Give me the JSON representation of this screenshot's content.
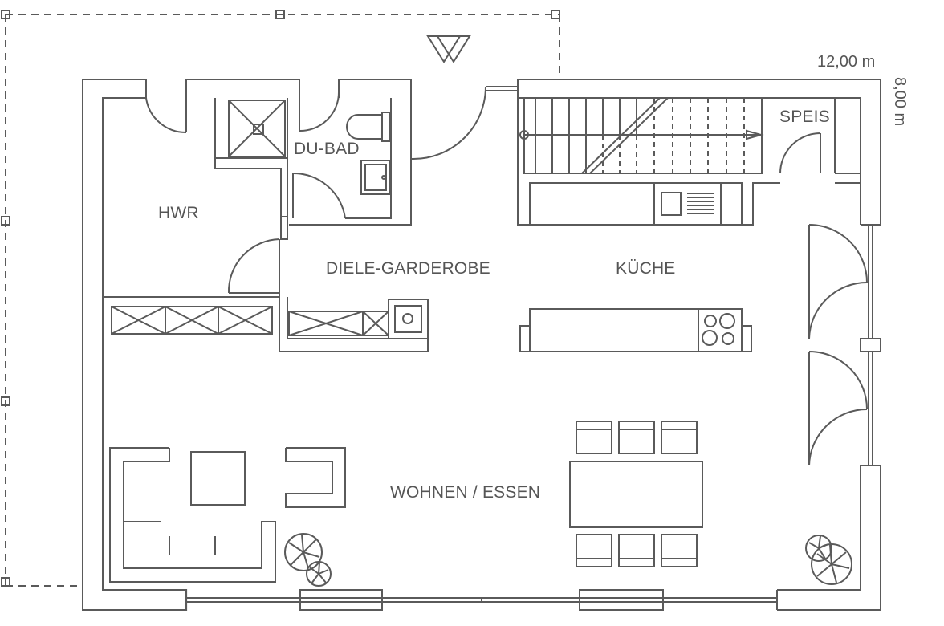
{
  "colors": {
    "line": "#5a5a5a",
    "text": "#555555",
    "background": "#ffffff"
  },
  "rooms": {
    "hwr": "HWR",
    "du_bad": "DU-BAD",
    "diele_garderobe": "DIELE-GARDEROBE",
    "kueche": "KÜCHE",
    "speis": "SPEIS",
    "wohnen_essen": "WOHNEN / ESSEN"
  },
  "dimensions": {
    "width": "12,00 m",
    "depth": "8,00 m"
  },
  "icons": [
    "entrance-triangle-icon",
    "plant-icon",
    "stove-icon",
    "sink-icon",
    "toilet-icon",
    "shower-icon"
  ]
}
